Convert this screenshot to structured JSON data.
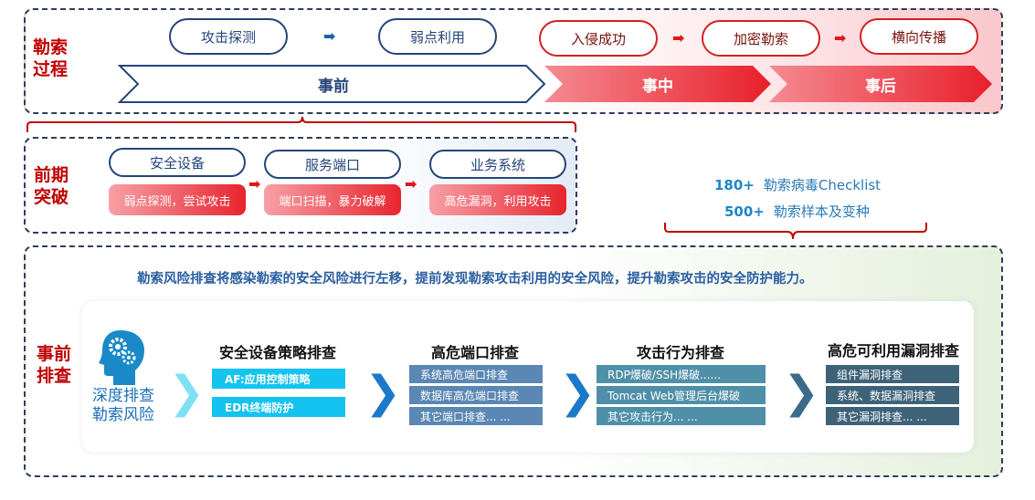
{
  "process": {
    "title": "勒索过程",
    "steps": [
      "攻击探测",
      "弱点利用",
      "入侵成功",
      "加密勒索",
      "横向传播"
    ],
    "phases": [
      "事前",
      "事中",
      "事后"
    ]
  },
  "breakthrough": {
    "title": "前期突破",
    "items": [
      {
        "name": "安全设备",
        "detail": "弱点探测，尝试攻击"
      },
      {
        "name": "服务端口",
        "detail": "端口扫描，暴力破解"
      },
      {
        "name": "业务系统",
        "detail": "高危漏洞，利用攻击"
      }
    ]
  },
  "stats": [
    {
      "value": "180+",
      "label": "勒索病毒Checklist"
    },
    {
      "value": "500+",
      "label": "勒索样本及变种"
    }
  ],
  "precheck": {
    "title": "事前排查",
    "headline": "勒索风险排查将感染勒索的安全风险进行左移，提前发现勒索攻击利用的安全风险，提升勒索攻击的安全防护能力。",
    "icon_label": "深度排查勒索风险",
    "columns": [
      {
        "title": "安全设备策略排查",
        "items": [
          "AF:应用控制策略",
          "EDR终端防护"
        ]
      },
      {
        "title": "高危端口排查",
        "items": [
          "系统高危端口排查",
          "数据库高危端口排查",
          "其它端口排查... ..."
        ]
      },
      {
        "title": "攻击行为排查",
        "items": [
          "RDP爆破/SSH爆破......",
          "Tomcat Web管理后台爆破",
          "其它攻击行为... ..."
        ]
      },
      {
        "title": "高危可利用漏洞排查",
        "items": [
          "组件漏洞排查",
          "系统、数据漏洞排查",
          "其它漏洞排查... ..."
        ]
      }
    ]
  },
  "colors": {
    "red": "#c00000",
    "navy": "#24457a",
    "cyan": "#14c3f0"
  }
}
